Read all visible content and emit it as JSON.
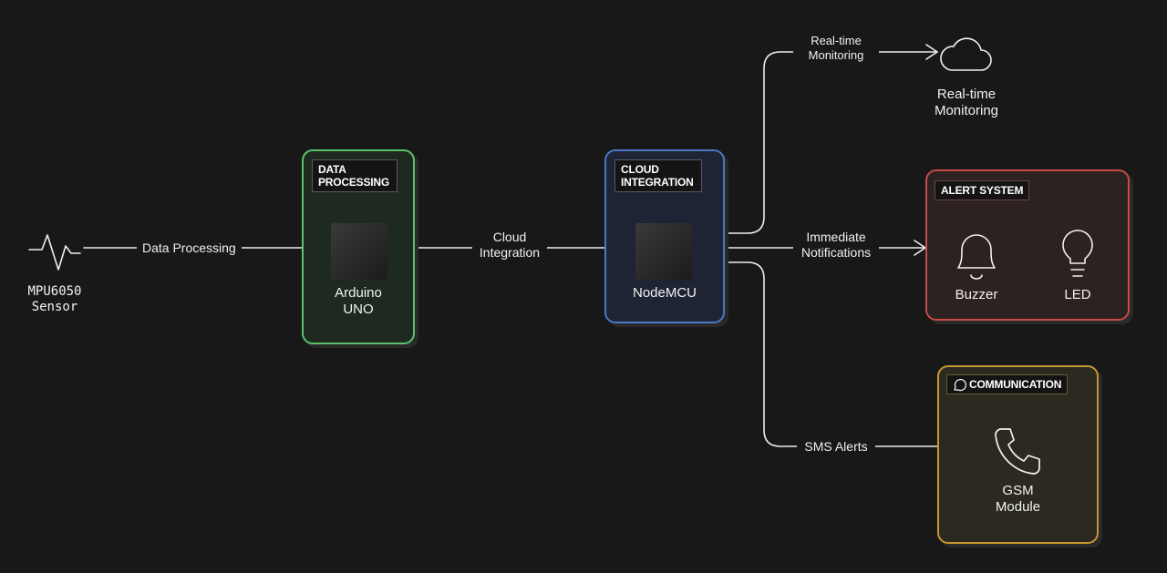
{
  "nodes": {
    "sensor": {
      "label": "MPU6050\nSensor"
    },
    "arduino": {
      "tag": "DATA\nPROCESSING",
      "label": "Arduino\nUNO",
      "color": "#5cc26a"
    },
    "nodemcu": {
      "tag": "CLOUD\nINTEGRATION",
      "label": "NodeMCU",
      "color": "#4a78c8"
    },
    "cloud": {
      "label": "Real-time\nMonitoring"
    },
    "alert": {
      "tag": "ALERT SYSTEM",
      "buzzer_label": "Buzzer",
      "led_label": "LED",
      "color": "#c84a48"
    },
    "comm": {
      "tag": "COMMUNICATION",
      "label": "GSM\nModule",
      "color": "#c8962e"
    }
  },
  "edges": {
    "sensor_to_arduino": "Data Processing",
    "arduino_to_nodemcu": "Cloud\nIntegration",
    "nodemcu_to_cloud": "Real-time\nMonitoring",
    "nodemcu_to_alert": "Immediate\nNotifications",
    "nodemcu_to_gsm": "SMS Alerts"
  },
  "icons": {
    "sensor": "pulse-wave-icon",
    "cloud": "cloud-icon",
    "buzzer": "bell-icon",
    "led": "lightbulb-icon",
    "gsm": "phone-icon",
    "comm_tag": "chat-bubble-icon"
  }
}
